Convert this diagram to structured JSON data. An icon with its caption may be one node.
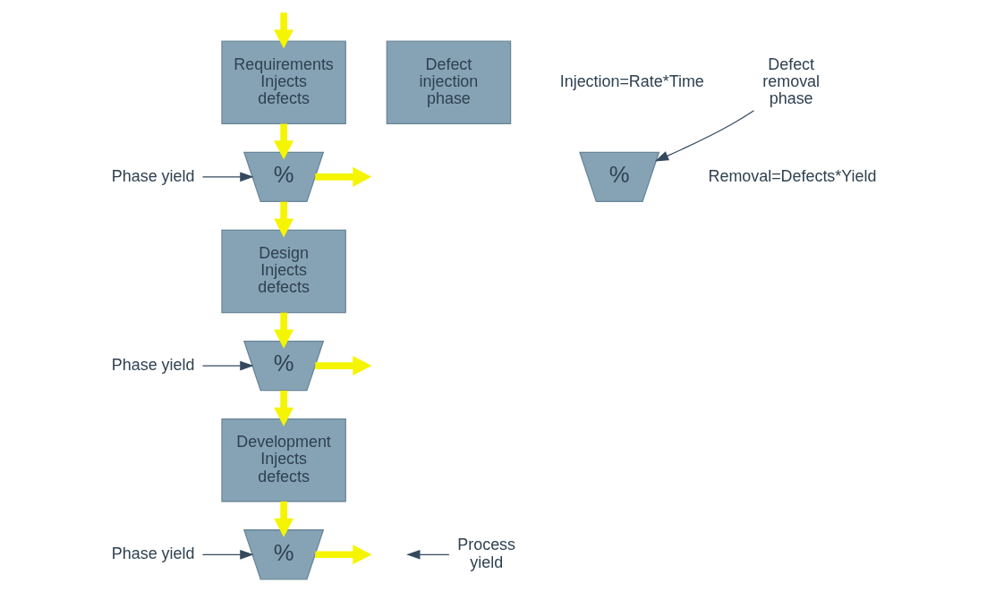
{
  "diagram": {
    "nodes": [
      {
        "text": [
          "Requirements Injects defects"
        ]
      },
      {
        "text": [
          "%"
        ]
      },
      {
        "text": [
          "Phase yield"
        ]
      },
      {
        "text": [
          "Design Injects defects"
        ]
      },
      {
        "text": [
          "%"
        ]
      },
      {
        "text": [
          "Phase yield"
        ]
      },
      {
        "text": [
          "Development Injects defects"
        ]
      },
      {
        "text": [
          "%"
        ]
      },
      {
        "text": [
          "Phase yield"
        ]
      },
      {
        "text": [
          "Process yield"
        ]
      },
      {
        "text": [
          "Defect injection phase"
        ],
        "beside": [
          "Injection=Rate*Time"
        ]
      },
      {
        "text": [
          "%"
        ],
        "beside": [
          "Removal=Defects*Yield"
        ]
      },
      {
        "text": [
          "Defect removal phase"
        ]
      }
    ],
    "edges": [
      {
        "from": null,
        "to": 0,
        "arrow": "to"
      },
      {
        "from": 0,
        "to": 1,
        "arrow": "to"
      },
      {
        "from": 1,
        "to": null,
        "arrow": "to"
      },
      {
        "from": 2,
        "to": 1,
        "arrow": "to",
        "color": "#34495e"
      },
      {
        "from": 1,
        "to": 3,
        "arrow": "to"
      },
      {
        "from": 3,
        "to": 4,
        "arrow": "to"
      },
      {
        "from": 4,
        "to": null,
        "arrow": "to"
      },
      {
        "from": 5,
        "to": 4,
        "arrow": "to",
        "color": "#34495e"
      },
      {
        "from": 4,
        "to": 6,
        "arrow": "to"
      },
      {
        "from": 6,
        "to": 7,
        "arrow": "to"
      },
      {
        "from": 7,
        "to": null,
        "arrow": "to"
      },
      {
        "from": 8,
        "to": 7,
        "arrow": "to",
        "color": "#34495e"
      },
      {
        "from": 9,
        "to": null,
        "arrow": "to",
        "color": "#34495e"
      },
      {
        "from": 12,
        "to": 11,
        "arrow": "to",
        "color": "#34495e"
      }
    ]
  }
}
